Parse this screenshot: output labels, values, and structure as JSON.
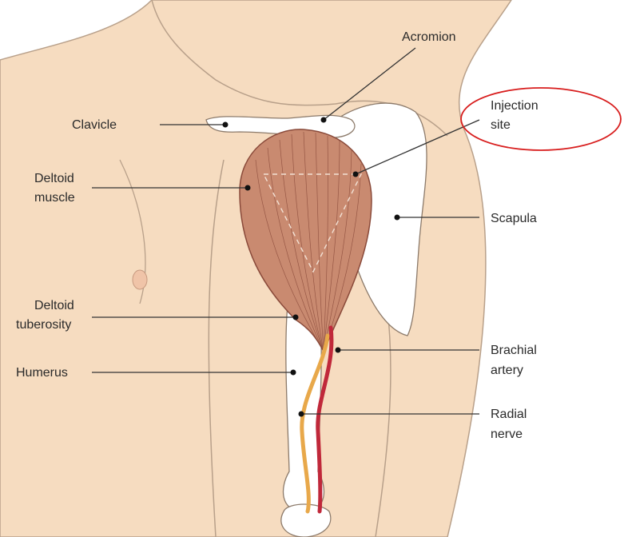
{
  "labels": {
    "acromion": "Acromion",
    "injection_line1": "Injection",
    "injection_line2": "site",
    "clavicle": "Clavicle",
    "deltoid_line1": "Deltoid",
    "deltoid_line2": "muscle",
    "scapula": "Scapula",
    "tuberosity_line1": "Deltoid",
    "tuberosity_line2": "tuberosity",
    "brachial_line1": "Brachial",
    "brachial_line2": "artery",
    "humerus": "Humerus",
    "radial_line1": "Radial",
    "radial_line2": "nerve"
  },
  "colors": {
    "skin": "#f6dcc0",
    "skin_outline": "#b8a08a",
    "muscle": "#c98a70",
    "muscle_lines": "#8a4a3a",
    "bone": "#ffffff",
    "artery": "#c0283a",
    "nerve": "#e8a84a",
    "highlight_circle": "#d81e1e"
  }
}
